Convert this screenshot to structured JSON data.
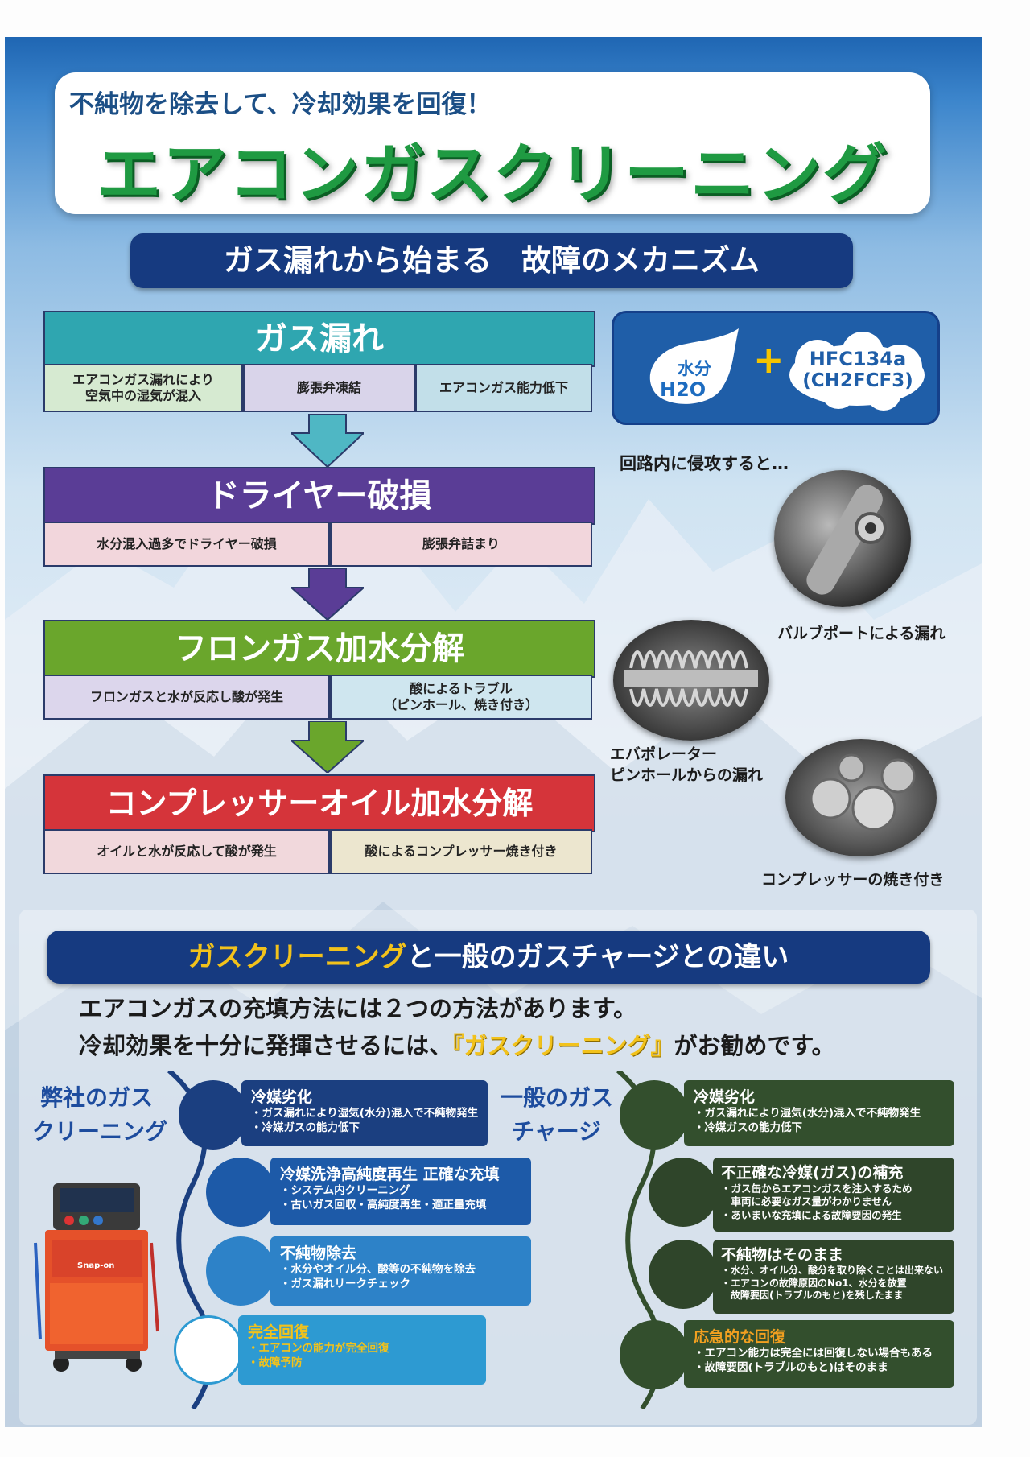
{
  "header": {
    "subtitle": "不純物を除去して、冷却効果を回復！",
    "title": "エアコンガスクリーニング"
  },
  "mechanism": {
    "banner": "ガス漏れから始まる　故障のメカニズム",
    "stages": [
      {
        "title": "ガス漏れ",
        "cells": [
          "エアコンガス漏れにより\n空気中の湿気が混入",
          "膨張弁凍結",
          "エアコンガス能力低下"
        ]
      },
      {
        "title": "ドライヤー破損",
        "cells": [
          "水分混入過多でドライヤー破損",
          "膨張弁詰まり"
        ]
      },
      {
        "title": "フロンガス加水分解",
        "cells": [
          "フロンガスと水が反応し酸が発生",
          "酸によるトラブル\n（ピンホール、焼き付き）"
        ]
      },
      {
        "title": "コンプレッサーオイル加水分解",
        "cells": [
          "オイルと水が反応して酸が発生",
          "酸によるコンプレッサー焼き付き"
        ]
      }
    ],
    "formula": {
      "water_label": "水分",
      "water_formula": "H2O",
      "plus": "+",
      "gas_line1": "HFC134a",
      "gas_line2": "(CH2FCF3)"
    },
    "invade_caption": "回路内に侵攻すると…",
    "photos": {
      "valve_caption": "バルブポートによる漏れ",
      "evap_caption_1": "エバポレーター",
      "evap_caption_2": "ピンホールからの漏れ",
      "comp_caption": "コンプレッサーの焼き付き"
    }
  },
  "comparison": {
    "banner_highlight": "ガスクリーニング",
    "banner_rest": "と一般のガスチャージとの違い",
    "intro_line1": "エアコンガスの充填方法には２つの方法があります。",
    "intro_line2_prefix": "冷却効果を十分に発揮させるには、",
    "intro_line2_highlight": "『ガスクリーニング』",
    "intro_line2_suffix": "がお勧めです。",
    "left_heading_1": "弊社のガス",
    "left_heading_2": "クリーニング",
    "right_heading_1": "一般のガス",
    "right_heading_2": "チャージ",
    "machine_brand": "Snap-on",
    "left_steps": [
      {
        "title": "冷媒劣化",
        "lines": [
          "・ガス漏れにより湿気(水分)混入で不純物発生",
          "・冷媒ガスの能力低下"
        ]
      },
      {
        "title": "冷媒洗浄高純度再生 正確な充填",
        "lines": [
          "・システム内クリーニング",
          "・古いガス回収・高純度再生・適正量充填"
        ]
      },
      {
        "title": "不純物除去",
        "lines": [
          "・水分やオイル分、酸等の不純物を除去",
          "・ガス漏れリークチェック"
        ]
      },
      {
        "title": "完全回復",
        "lines": [
          "・エアコンの能力が完全回復",
          "・故障予防"
        ]
      }
    ],
    "right_steps": [
      {
        "title": "冷媒劣化",
        "lines": [
          "・ガス漏れにより湿気(水分)混入で不純物発生",
          "・冷媒ガスの能力低下"
        ]
      },
      {
        "title": "不正確な冷媒(ガス)の補充",
        "lines": [
          "・ガス缶からエアコンガスを注入するため",
          "　車両に必要なガス量がわかりません",
          "・あいまいな充填による故障要因の発生"
        ]
      },
      {
        "title": "不純物はそのまま",
        "lines": [
          "・水分、オイル分、酸分を取り除くことは出来ない",
          "・エアコンの故障原因のNo1、水分を放置",
          "　故障要因(トラブルのもと)を残したまま"
        ]
      },
      {
        "title": "応急的な回復",
        "lines": [
          "・エアコン能力は完全には回復しない場合もある",
          "・故障要因(トラブルのもと)はそのまま"
        ]
      }
    ]
  },
  "colors": {
    "navy": "#163a80",
    "teal": "#2fa6b0",
    "purple": "#5a3d96",
    "green": "#6aa62c",
    "red": "#d5343a",
    "highlight_yellow": "#f2c21b",
    "left_panel": "#1b3f80",
    "right_panel": "#334f2d"
  }
}
